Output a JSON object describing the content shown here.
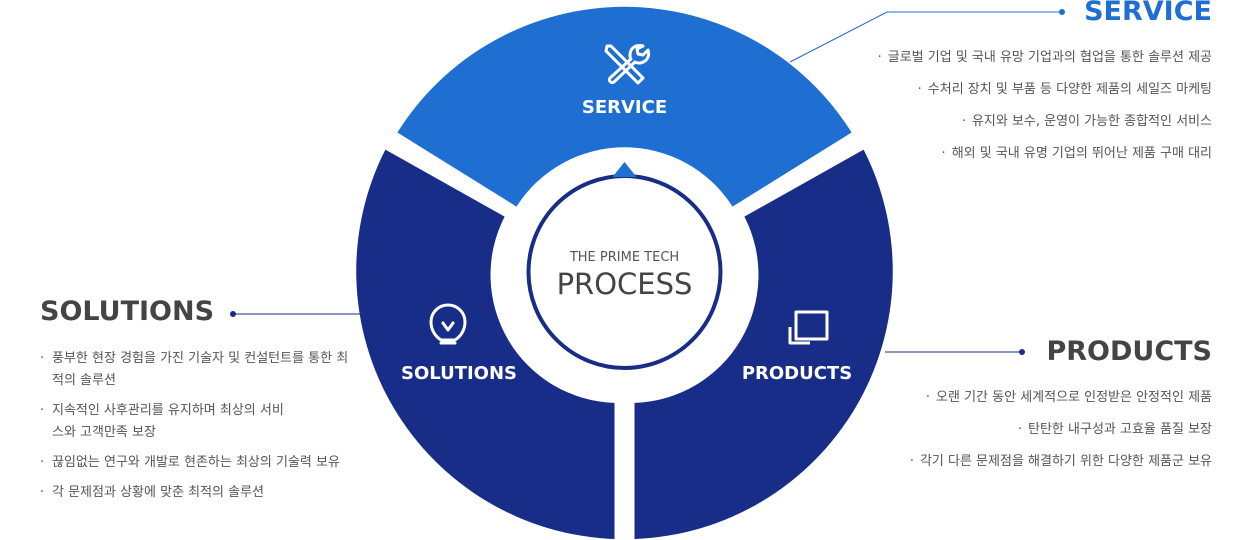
{
  "center": {
    "subtitle": "THE PRIME TECH",
    "title": "PROCESS"
  },
  "segments": [
    {
      "key": "service",
      "label": "SERVICE",
      "icon": "wrench-screwdriver-icon",
      "color": "#1e6fd1"
    },
    {
      "key": "solutions",
      "label": "SOLUTIONS",
      "icon": "lightbulb-icon",
      "color": "#172d87"
    },
    {
      "key": "products",
      "label": "PRODUCTS",
      "icon": "stacked-squares-icon",
      "color": "#172d87"
    }
  ],
  "service": {
    "heading": "SERVICE",
    "items": [
      "글로벌 기업 및 국내 유망 기업과의 협업을 통한 솔루션 제공",
      "수처리 장치 및 부품 등 다양한 제품의 세일즈 마케팅",
      "유지와 보수, 운영이 가능한 종합적인 서비스",
      "해외 및 국내 유명 기업의 뛰어난 제품 구매 대리"
    ]
  },
  "solutions": {
    "heading": "SOLUTIONS",
    "items": [
      "풍부한 현장 경험을 가진 기술자 및 컨설턴트를 통한 최적의 솔루션",
      "지속적인 사후관리를 유지하며 최상의 서비스와 고객만족 보장",
      "끊임없는 연구와 개발로 현존하는 최상의 기술력 보유",
      "각 문제점과 상황에 맞춘 최적의 솔루션"
    ]
  },
  "products": {
    "heading": "PRODUCTS",
    "items": [
      "오랜 기간 동안 세계적으로 인정받은 안정적인 제품",
      "탄탄한 내구성과 고효율 품질 보장",
      "각기 다른 문제점을 해결하기 위한 다양한 제품군 보유"
    ]
  },
  "bullet_mark": "·",
  "colors": {
    "accent": "#1e6fd1",
    "navy": "#172d87",
    "text": "#555555",
    "heading": "#444444"
  }
}
